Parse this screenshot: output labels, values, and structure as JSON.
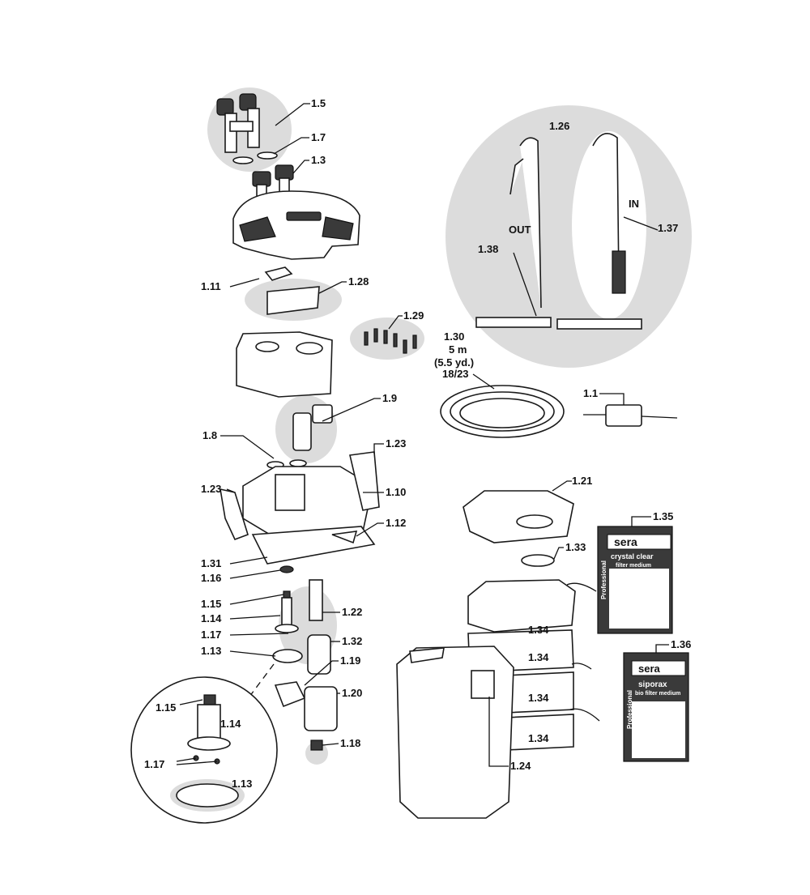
{
  "labels": {
    "p1_1": "1.1",
    "p1_3": "1.3",
    "p1_5": "1.5",
    "p1_7": "1.7",
    "p1_8": "1.8",
    "p1_9": "1.9",
    "p1_10": "1.10",
    "p1_11": "1.11",
    "p1_12": "1.12",
    "p1_13": "1.13",
    "p1_14": "1.14",
    "p1_15": "1.15",
    "p1_16": "1.16",
    "p1_17": "1.17",
    "p1_18": "1.18",
    "p1_19": "1.19",
    "p1_20": "1.20",
    "p1_21": "1.21",
    "p1_22": "1.22",
    "p1_23": "1.23",
    "p1_24": "1.24",
    "p1_26": "1.26",
    "p1_28": "1.28",
    "p1_29": "1.29",
    "p1_30": "1.30",
    "p1_31": "1.31",
    "p1_32": "1.32",
    "p1_33": "1.33",
    "p1_34": "1.34",
    "p1_35": "1.35",
    "p1_36": "1.36",
    "p1_37": "1.37",
    "p1_38": "1.38"
  },
  "hose_spec": {
    "length": "5 m",
    "length_yd": "(5.5 yd.)",
    "diameter": "18/23"
  },
  "flow": {
    "out": "OUT",
    "in": "IN"
  },
  "products": {
    "box1": {
      "brand": "sera",
      "line": "Professional",
      "name": "crystal clear",
      "subtitle": "filter medium"
    },
    "box2": {
      "brand": "sera",
      "line": "Professional",
      "name": "siporax",
      "subtitle": "bio filter medium"
    }
  },
  "colors": {
    "ink": "#111111",
    "bubble": "#dcdcdc",
    "box_dark": "#3a3a3a"
  }
}
